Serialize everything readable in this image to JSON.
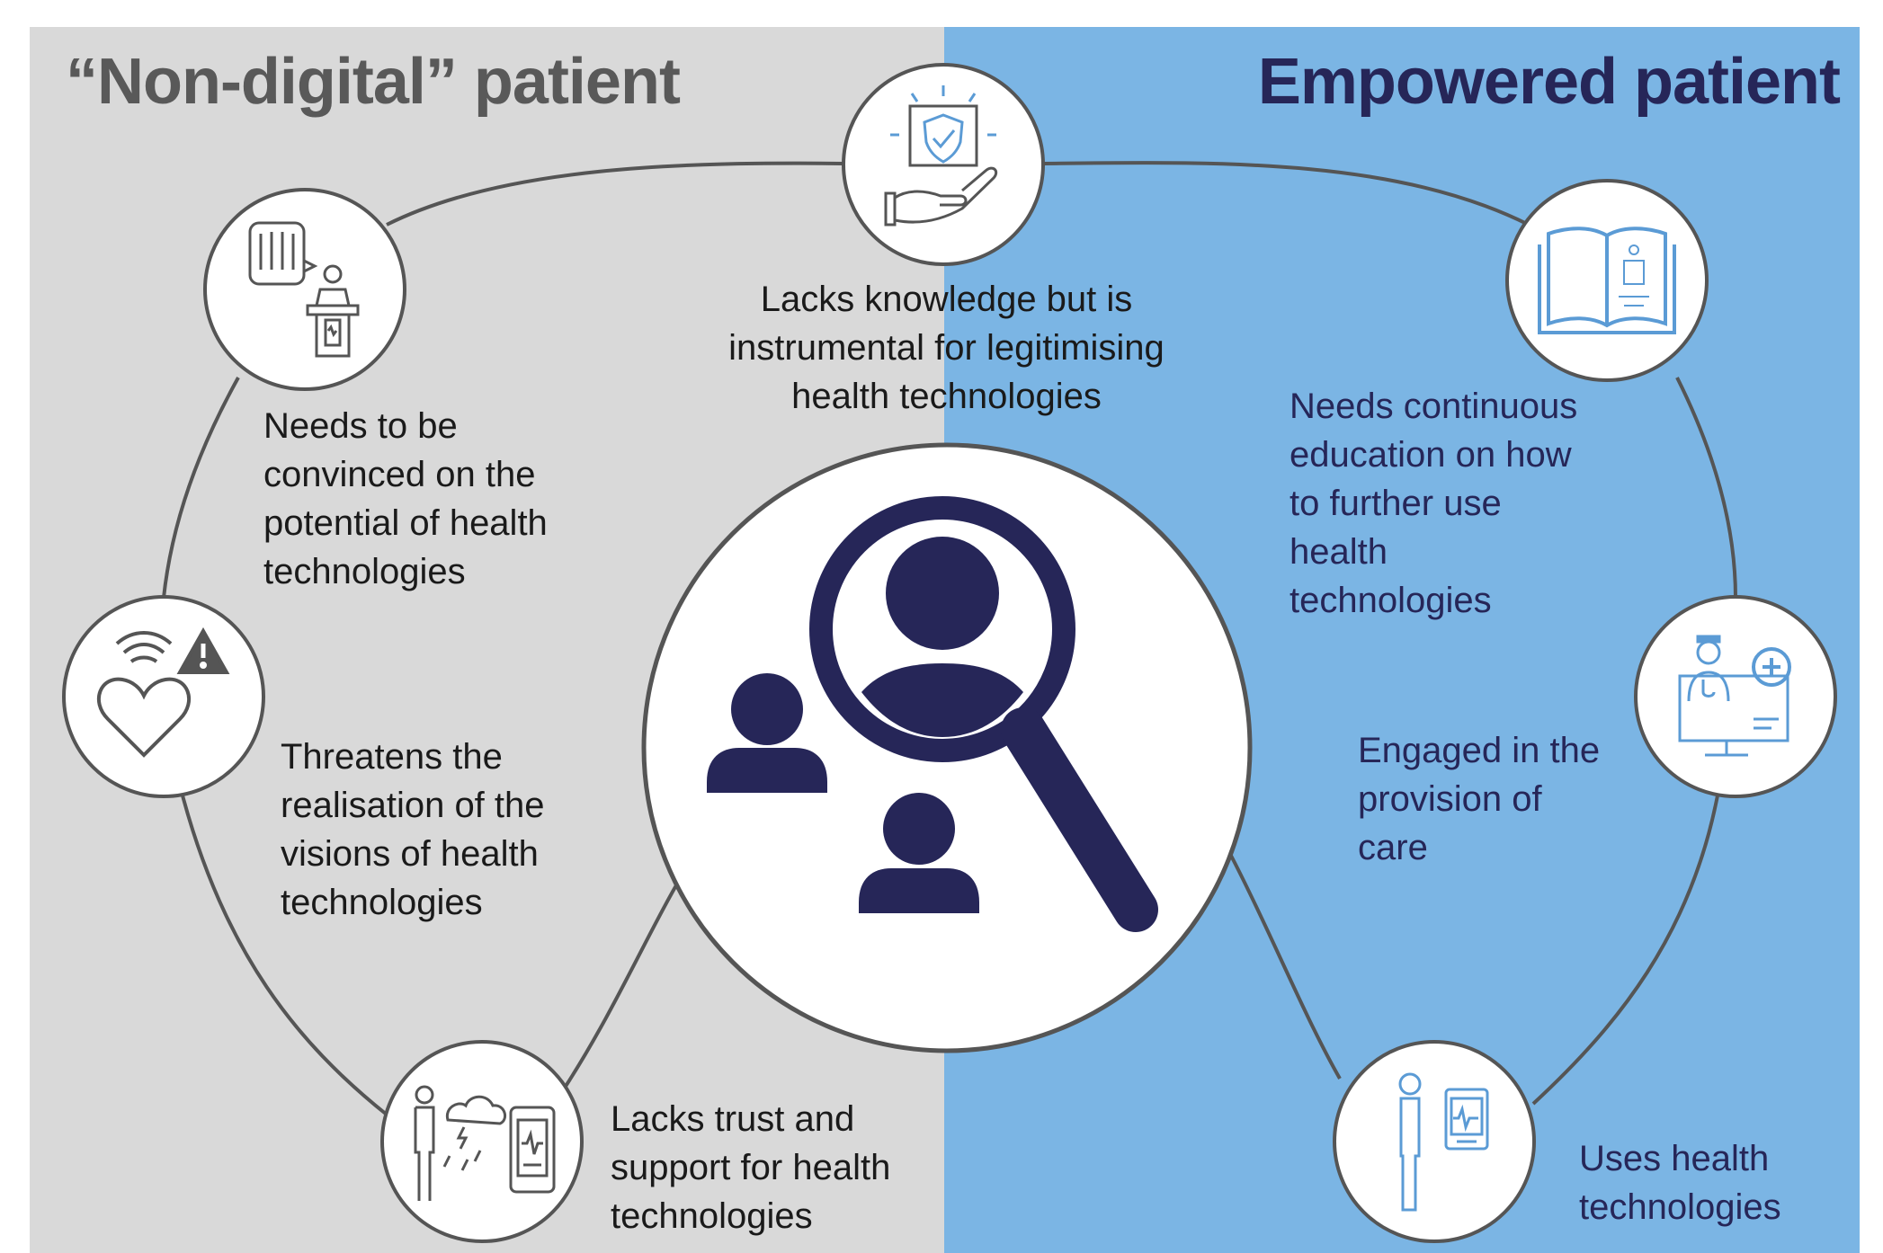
{
  "left_panel": {
    "title": "“Non-digital” patient",
    "color": "#d9d9d9",
    "title_color": "#595959",
    "items": [
      {
        "icon": "raised-fist-podium-icon",
        "text": "Needs to be\nconvinced on the\npotential of health\ntechnologies"
      },
      {
        "icon": "heart-wifi-warning-icon",
        "text": "Threatens the\nrealisation of the\nvisions of health\ntechnologies"
      },
      {
        "icon": "person-storm-tablet-icon",
        "text": "Lacks trust and\nsupport for health\ntechnologies"
      }
    ]
  },
  "top_item": {
    "icon": "hand-shield-icon",
    "text": "Lacks knowledge but is\ninstrumental for legitimising\nhealth technologies"
  },
  "right_panel": {
    "title": "Empowered patient",
    "color": "#7bb5e4",
    "title_color": "#262658",
    "items": [
      {
        "icon": "open-book-icon",
        "text": "Needs continuous\neducation on how\nto further use\nhealth\ntechnologies"
      },
      {
        "icon": "doctor-monitor-icon",
        "text": "Engaged in the\nprovision of\ncare"
      },
      {
        "icon": "person-tablet-heartbeat-icon",
        "text": "Uses health\ntechnologies"
      }
    ]
  },
  "center": {
    "icon": "magnifier-people-icon",
    "color": "#262658"
  }
}
